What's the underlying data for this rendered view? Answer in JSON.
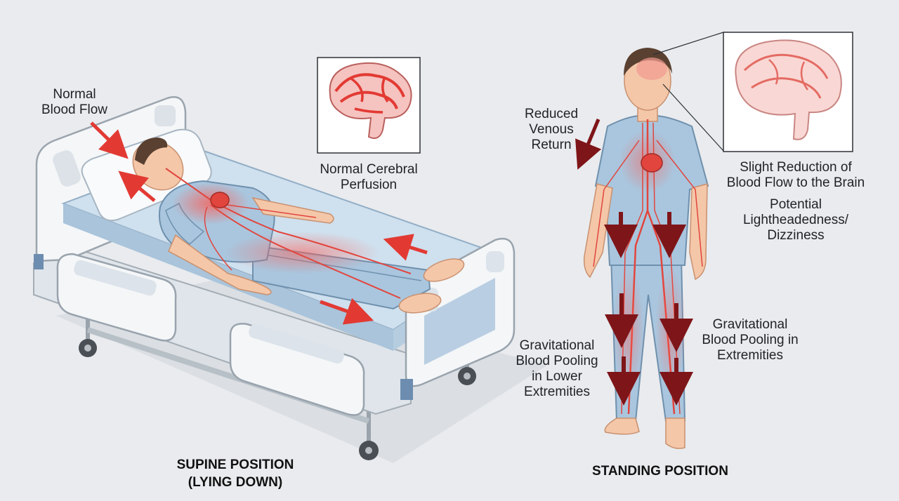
{
  "supine": {
    "title": [
      "SUPINE POSITION",
      "(LYING DOWN)"
    ],
    "labels": {
      "normal_flow": [
        "Normal",
        "Blood Flow"
      ],
      "cerebral": [
        "Normal Cerebral",
        "Perfusion"
      ],
      "pooling": [
        "Gravitational",
        "Blood Pooling",
        "in Lower",
        "Extremities"
      ]
    }
  },
  "standing": {
    "title": [
      "STANDING POSITION"
    ],
    "labels": {
      "venous": [
        "Reduced",
        "Venous",
        "Return"
      ],
      "brain": [
        "Slight Reduction of",
        "Blood Flow to the Brain"
      ],
      "dizzy": [
        "Potential",
        "Lightheadedness/",
        "Dizziness"
      ],
      "pooling": [
        "Gravitational",
        "Blood Pooling in",
        "Extremities"
      ]
    }
  },
  "colors": {
    "background": "#e9ebee",
    "blood_red": "#e23a33",
    "dark_arrow": "#7e1518",
    "gown_blue": "#a9c6de",
    "bed_frame": "#f4f6f8",
    "mattress": "#cfe0ee",
    "skin": "#f4c7a9"
  }
}
